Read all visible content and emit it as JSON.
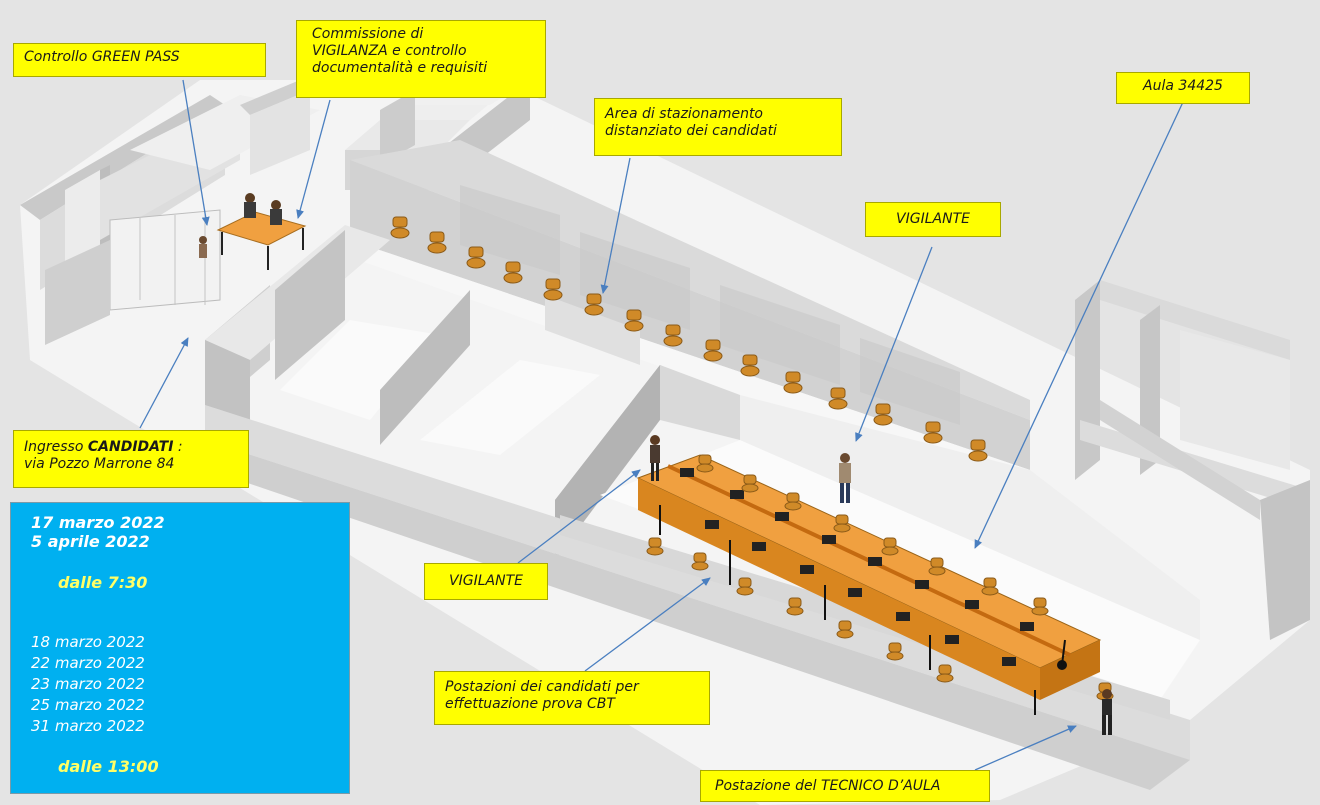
{
  "callouts": {
    "green_pass": "Controllo GREEN  PASS",
    "commissione": [
      "Commissione di",
      "VIGILANZA  e controllo",
      "documentalità e requisiti"
    ],
    "area_stazionamento": [
      "Area di stazionamento",
      "distanziato dei candidati"
    ],
    "aula": "Aula 34425",
    "vigilante_top": "VIGILANTE",
    "ingresso_prefix": "Ingresso ",
    "ingresso_bold": "CANDIDATI",
    "ingresso_suffix": "  :",
    "ingresso_address": "via Pozzo Marrone 84",
    "vigilante_mid": "VIGILANTE",
    "postazioni": [
      "Postazioni dei candidati per",
      "effettuazione prova CBT"
    ],
    "tecnico": "Postazione del TECNICO D’AULA"
  },
  "schedule": {
    "group1_dates": [
      "17 marzo 2022",
      "5 aprile 2022"
    ],
    "group1_time": "dalle 7:30",
    "group2_dates": [
      "18 marzo 2022",
      "22 marzo 2022",
      "23 marzo 2022",
      "25 marzo 2022",
      "31 marzo 2022"
    ],
    "group2_time": "dalle 13:00"
  },
  "colors": {
    "callout_bg": "#ffff00",
    "schedule_bg": "#00b0f0",
    "schedule_time": "#ffff66",
    "arrow": "#4a7fc0",
    "desk": "#f0a040",
    "chair": "#d08a28",
    "wall": "#d6d6d6"
  }
}
